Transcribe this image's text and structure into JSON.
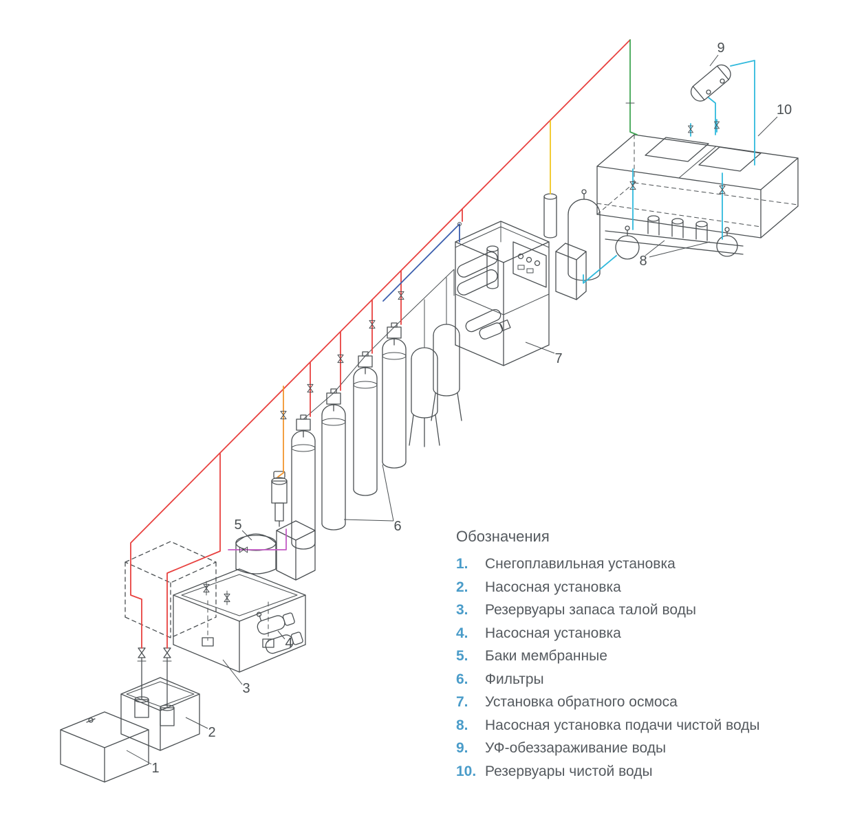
{
  "colors": {
    "line": "#4a4f52",
    "red": "#e8413f",
    "green": "#3fa553",
    "cyan": "#2fb9dc",
    "yellow": "#f0c71f",
    "orange": "#f2952e",
    "magenta": "#c25ac4",
    "blue": "#3c5fae",
    "accent": "#4a9cc9",
    "text": "#555a5f",
    "bg": "#ffffff"
  },
  "diagram": {
    "callouts": [
      "1",
      "2",
      "3",
      "4",
      "5",
      "6",
      "7",
      "8",
      "9",
      "10"
    ]
  },
  "legend": {
    "title": "Обозначения",
    "items": [
      {
        "num": "1.",
        "label": "Снегоплавильная установка"
      },
      {
        "num": "2.",
        "label": "Насосная установка"
      },
      {
        "num": "3.",
        "label": "Резервуары запаса талой воды"
      },
      {
        "num": "4.",
        "label": "Насосная установка"
      },
      {
        "num": "5.",
        "label": "Баки мембранные"
      },
      {
        "num": "6.",
        "label": "Фильтры"
      },
      {
        "num": "7.",
        "label": "Установка обратного осмоса"
      },
      {
        "num": "8.",
        "label": "Насосная установка подачи чистой воды"
      },
      {
        "num": "9.",
        "label": "УФ-обеззараживание воды"
      },
      {
        "num": "10.",
        "label": "Резервуары чистой воды"
      }
    ]
  }
}
